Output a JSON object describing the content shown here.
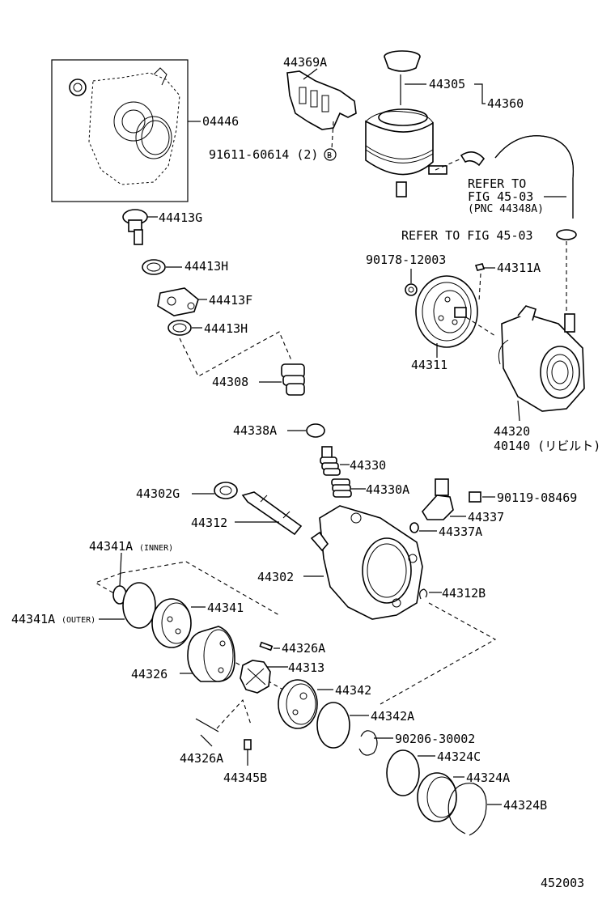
{
  "labels": {
    "p04446": "04446",
    "p44369A": "44369A",
    "p91611": "91611-60614 (2) -",
    "pB": "B",
    "p44305": "44305",
    "p44360": "44360",
    "refer1a": "REFER TO",
    "refer1b": "FIG 45-03",
    "refer1c": "(PNC 44348A)",
    "refer2": "REFER TO FIG 45-03",
    "p44413G": "44413G",
    "p44413H1": "44413H",
    "p44413F": "44413F",
    "p44413H2": "44413H",
    "p90178": "90178-12003",
    "p44311A": "44311A",
    "p44311": "44311",
    "p44308": "44308",
    "p44338A": "44338A",
    "p44320": "44320",
    "p40140": "40140 (リビルト)",
    "p44330": "44330",
    "p44330A": "44330A",
    "p44302G": "44302G",
    "p90119": "90119-08469",
    "p44312": "44312",
    "p44337": "44337",
    "p44337A": "44337A",
    "p44341Ainner": "44341A",
    "p44341AinnerSub": "(INNER)",
    "p44302": "44302",
    "p44312B": "44312B",
    "p44341Aouter": "44341A",
    "p44341AouterSub": "(OUTER)",
    "p44341": "44341",
    "p44326A1": "44326A",
    "p44326": "44326",
    "p44313": "44313",
    "p44342": "44342",
    "p44342A": "44342A",
    "p90206": "90206-30002",
    "p44324C": "44324C",
    "p44324A": "44324A",
    "p44326A2": "44326A",
    "p44345B": "44345B",
    "p44324B": "44324B",
    "figNo": "452003"
  }
}
